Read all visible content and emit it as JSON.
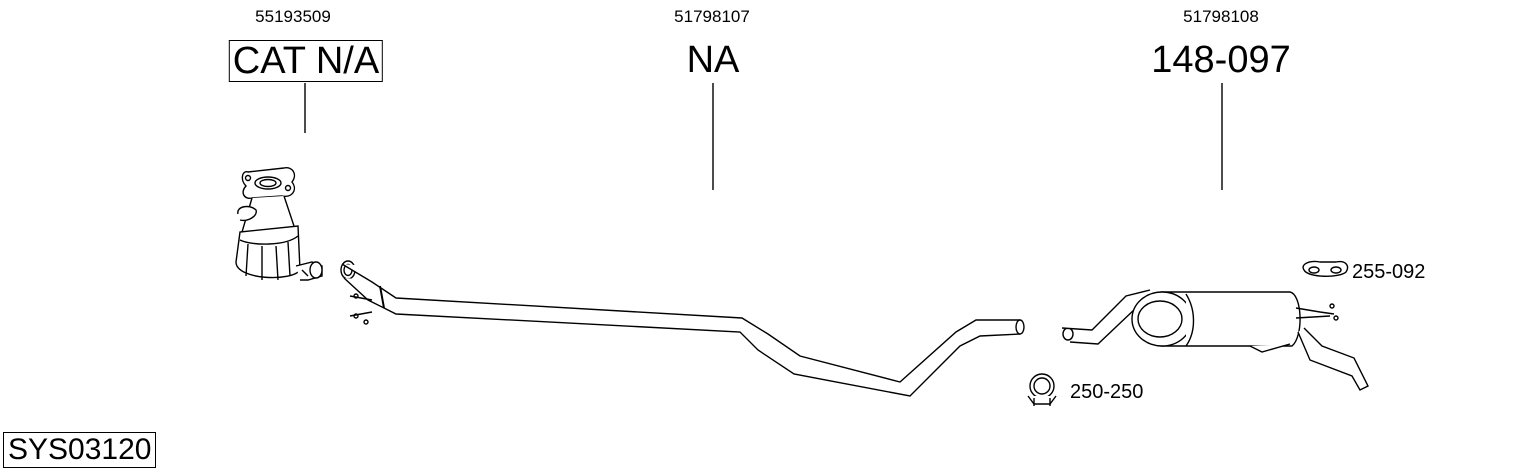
{
  "system_code": "SYS03120",
  "parts": [
    {
      "oe_number": "55193509",
      "part_number": "CAT N/A",
      "boxed": true
    },
    {
      "oe_number": "51798107",
      "part_number": "NA",
      "boxed": false
    },
    {
      "oe_number": "51798108",
      "part_number": "148-097",
      "boxed": false
    }
  ],
  "accessories": [
    {
      "part_number": "255-092",
      "type": "rubber-mount"
    },
    {
      "part_number": "250-250",
      "type": "clamp"
    }
  ]
}
